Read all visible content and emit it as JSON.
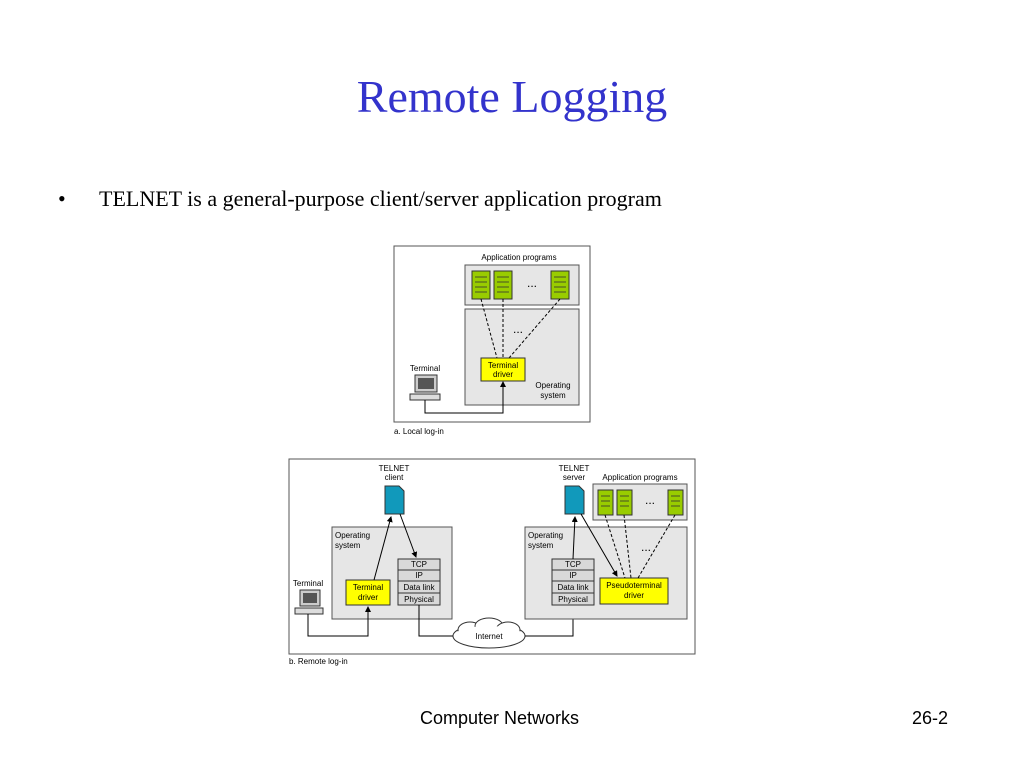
{
  "slide": {
    "title": "Remote Logging",
    "bullets": [
      "TELNET is a general-purpose client/server application program"
    ],
    "footer_course": "Computer Networks",
    "footer_page": "26-2"
  },
  "diagram_a": {
    "app_programs_label": "Application programs",
    "ellipsis": "...",
    "terminal_label": "Terminal",
    "driver_label_line1": "Terminal",
    "driver_label_line2": "driver",
    "os_label_line1": "Operating",
    "os_label_line2": "system",
    "caption": "a. Local log-in"
  },
  "diagram_b": {
    "client_label_line1": "TELNET",
    "client_label_line2": "client",
    "server_label_line1": "TELNET",
    "server_label_line2": "server",
    "app_programs_label": "Application programs",
    "ellipsis": "...",
    "os_label_line1": "Operating",
    "os_label_line2": "system",
    "terminal_label": "Terminal",
    "terminal_driver_line1": "Terminal",
    "terminal_driver_line2": "driver",
    "pseudo_driver_line1": "Pseudoterminal",
    "pseudo_driver_line2": "driver",
    "stack_layers": [
      "TCP",
      "IP",
      "Data link",
      "Physical"
    ],
    "internet_label": "Internet",
    "caption": "b. Remote log-in"
  },
  "colors": {
    "title": "#3333cc",
    "driver_fill": "#ffff00",
    "app_fill": "#99cc00",
    "telnet_fill": "#1199bb",
    "stack_fill": "#d9d9d9",
    "panel_fill": "#e6e6e6"
  }
}
